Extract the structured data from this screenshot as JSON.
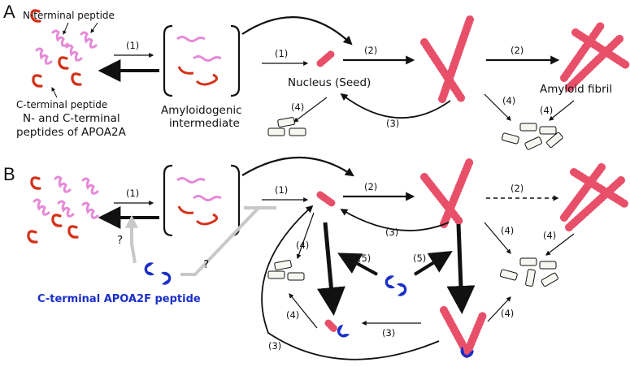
{
  "panel_a": {
    "letter": "A",
    "labels": {
      "n_terminal_peptide": "N-terminal peptide",
      "c_terminal_peptide": "C-terminal peptide",
      "apoa2a_line1": "N- and C-terminal",
      "apoa2a_line2": "peptides of APOA2A",
      "intermediate_line1": "Amyloidogenic",
      "intermediate_line2": "intermediate",
      "nucleus": "Nucleus (Seed)",
      "amyloid_fibril": "Amyloid fibril"
    },
    "steps": {
      "s1a": "(1)",
      "s1b": "(1)",
      "s2a": "(2)",
      "s2b": "(2)",
      "s3": "(3)",
      "s4a": "(4)",
      "s4b": "(4)",
      "s4c": "(4)"
    }
  },
  "panel_b": {
    "letter": "B",
    "labels": {
      "apoa2f": "C-terminal APOA2F peptide",
      "q1": "?",
      "q2": "?"
    },
    "steps": {
      "s1a": "(1)",
      "s1b": "(1)",
      "s2a": "(2)",
      "s2b": "(2)",
      "s3a": "(3)",
      "s3b": "(3)",
      "s3c": "(3)",
      "s4a": "(4)",
      "s4b": "(4)",
      "s4c": "(4)",
      "s4d": "(4)",
      "s4e": "(4)",
      "s5a": "(5)",
      "s5b": "(5)"
    }
  },
  "colors": {
    "n_peptide": "#e58ad8",
    "c_peptide": "#d4311a",
    "fibril": "#e8506a",
    "apoa2f": "#1a2fc7",
    "inhibition": "#c8c8c8"
  }
}
